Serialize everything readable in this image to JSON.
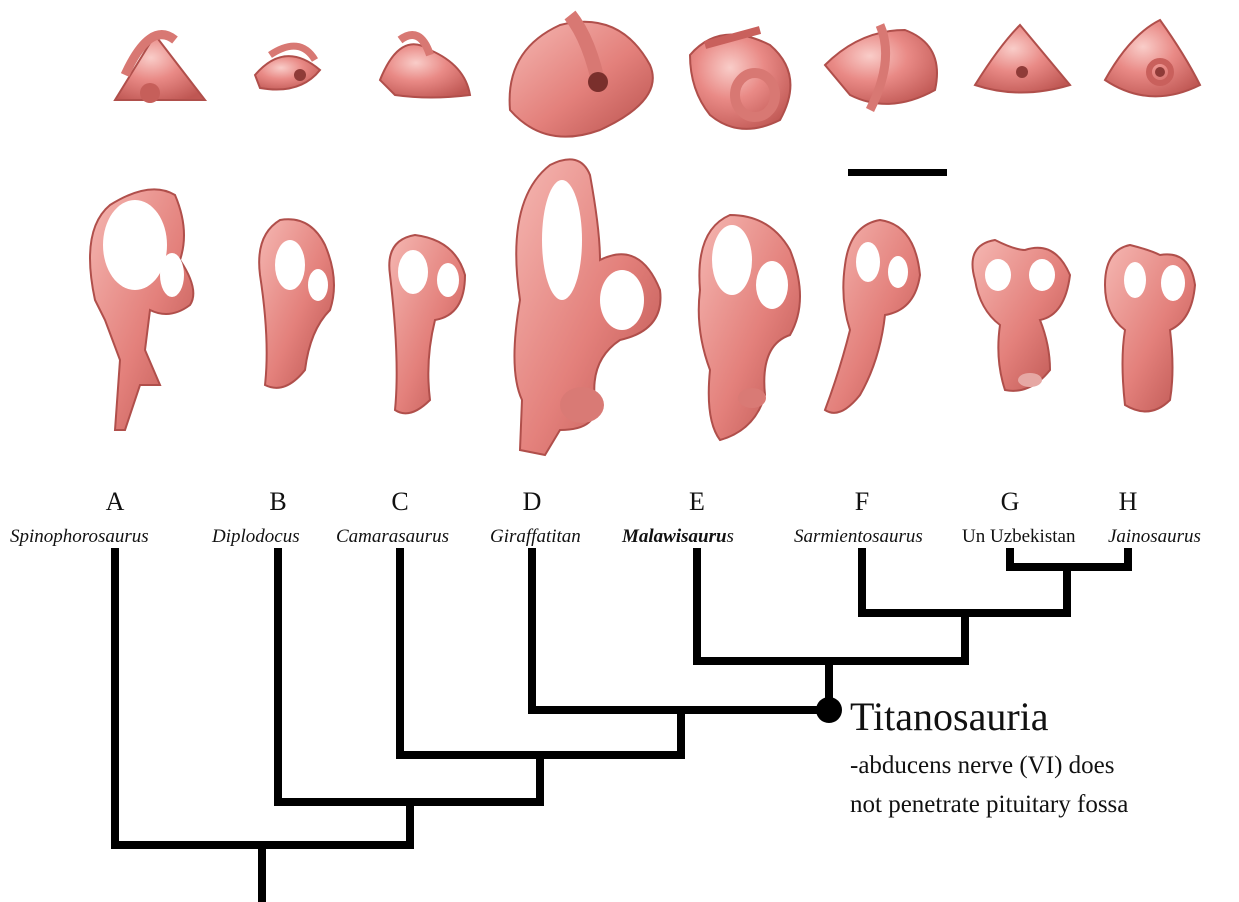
{
  "figure": {
    "specimens": [
      {
        "letter": "A",
        "taxon": "Spinophorosaurus",
        "italic": true,
        "bold": false
      },
      {
        "letter": "B",
        "taxon": "Diplodocus",
        "italic": true,
        "bold": false
      },
      {
        "letter": "C",
        "taxon": "Camarasaurus",
        "italic": true,
        "bold": false
      },
      {
        "letter": "D",
        "taxon": "Giraffatitan",
        "italic": true,
        "bold": false
      },
      {
        "letter": "E",
        "taxon": "Malawisaurus",
        "italic": true,
        "bold": true
      },
      {
        "letter": "F",
        "taxon": "Sarmientosaurus",
        "italic": true,
        "bold": false
      },
      {
        "letter": "G",
        "taxon": "Un Uzbekistan",
        "italic": false,
        "bold": false
      },
      {
        "letter": "H",
        "taxon": "Jainosaurus",
        "italic": true,
        "bold": false
      }
    ],
    "clade": {
      "name": "Titanosauria",
      "character_line1": "-abducens nerve (VI) does",
      "character_line2": "not penetrate pituitary fossa"
    },
    "colors": {
      "endocast_fill": "#e98a86",
      "endocast_shade": "#c9605c",
      "endocast_highlight": "#f7c4c0",
      "tree_line": "#000000",
      "background": "#ffffff"
    }
  }
}
